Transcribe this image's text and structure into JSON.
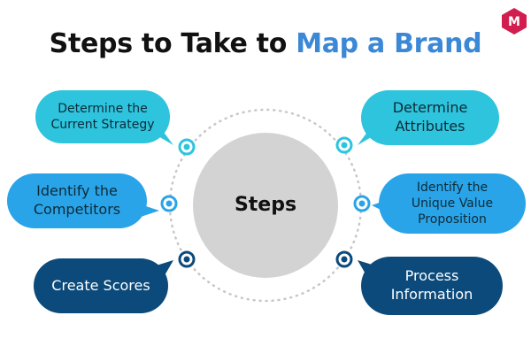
{
  "title": {
    "prefix": "Steps to Take to ",
    "accent": "Map a Brand"
  },
  "logo": {
    "letter": "M"
  },
  "center": {
    "label": "Steps"
  },
  "colors": {
    "cyan": "#2ec4dd",
    "blue": "#2aa4e8",
    "navy": "#0b4a7a",
    "center_fill": "#d3d3d3",
    "dotted_ring": "#c7c7c7",
    "accent": "#3b88d6",
    "logo": "#d11e4e"
  },
  "steps": [
    {
      "lines": [
        "Determine the",
        "Current Strategy"
      ]
    },
    {
      "lines": [
        "Identify the",
        "Competitors"
      ]
    },
    {
      "lines": [
        "Create Scores"
      ]
    },
    {
      "lines": [
        "Determine",
        "Attributes"
      ]
    },
    {
      "lines": [
        "Identify the",
        "Unique Value",
        "Proposition"
      ]
    },
    {
      "lines": [
        "Process",
        "Information"
      ]
    }
  ]
}
